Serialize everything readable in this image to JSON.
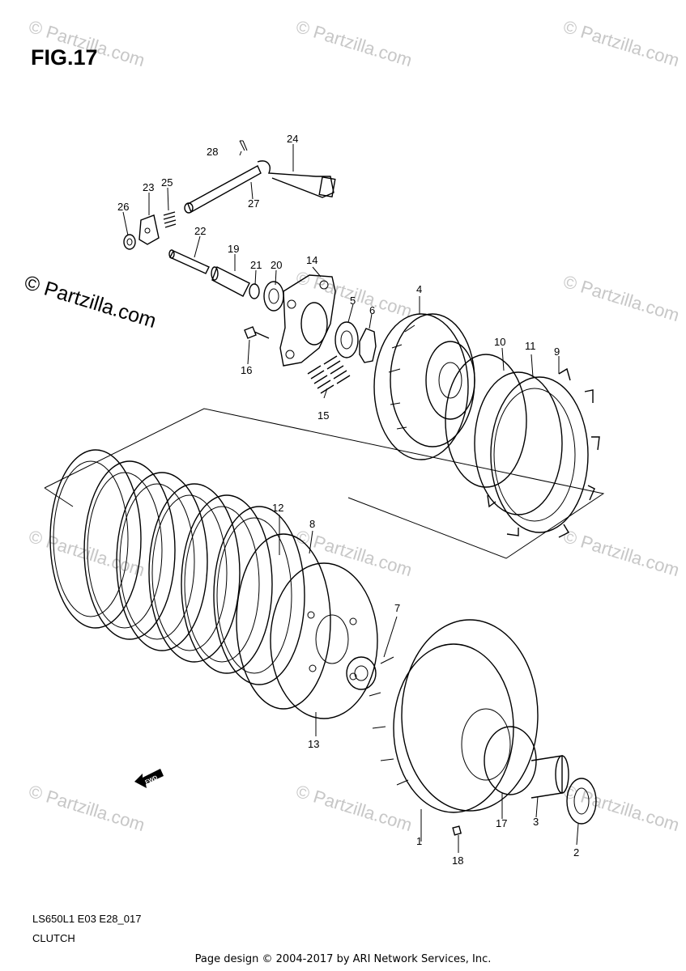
{
  "figure": {
    "title": "FIG.17",
    "code": "LS650L1 E03 E28_017",
    "caption": "CLUTCH"
  },
  "watermark": {
    "main": "© Partzilla.com",
    "faint": "© Partzilla.com"
  },
  "fwd_label": "FWD",
  "footer": "Page design © 2004-2017 by ARI Network Services, Inc.",
  "callouts": [
    "1",
    "2",
    "3",
    "4",
    "5",
    "6",
    "7",
    "8",
    "9",
    "10",
    "11",
    "12",
    "13",
    "14",
    "15",
    "16",
    "17",
    "18",
    "19",
    "20",
    "21",
    "22",
    "23",
    "24",
    "25",
    "26",
    "27",
    "28"
  ]
}
